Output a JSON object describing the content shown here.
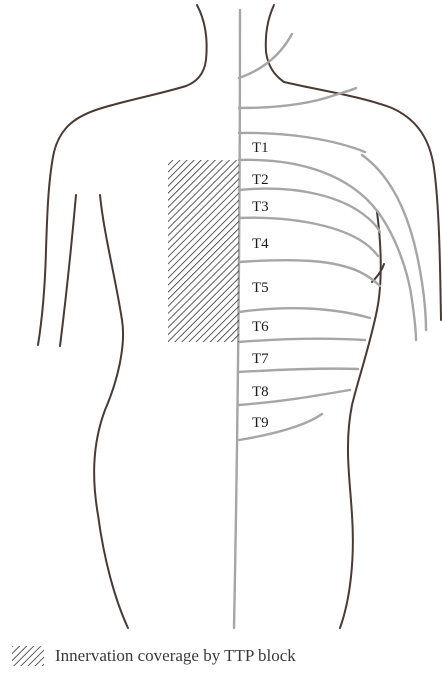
{
  "figure": {
    "dermatomes": [
      {
        "id": "t1",
        "label": "T1"
      },
      {
        "id": "t2",
        "label": "T2"
      },
      {
        "id": "t3",
        "label": "T3"
      },
      {
        "id": "t4",
        "label": "T4"
      },
      {
        "id": "t5",
        "label": "T5"
      },
      {
        "id": "t6",
        "label": "T6"
      },
      {
        "id": "t7",
        "label": "T7"
      },
      {
        "id": "t8",
        "label": "T8"
      },
      {
        "id": "t9",
        "label": "T9"
      }
    ],
    "legend": {
      "label": "Innervation coverage by TTP block"
    },
    "colors": {
      "body_outline": "#4a3a33",
      "dermatome_lines": "#a6a6a6",
      "hatch": "#333333",
      "label_text": "#1a1a1a"
    }
  }
}
